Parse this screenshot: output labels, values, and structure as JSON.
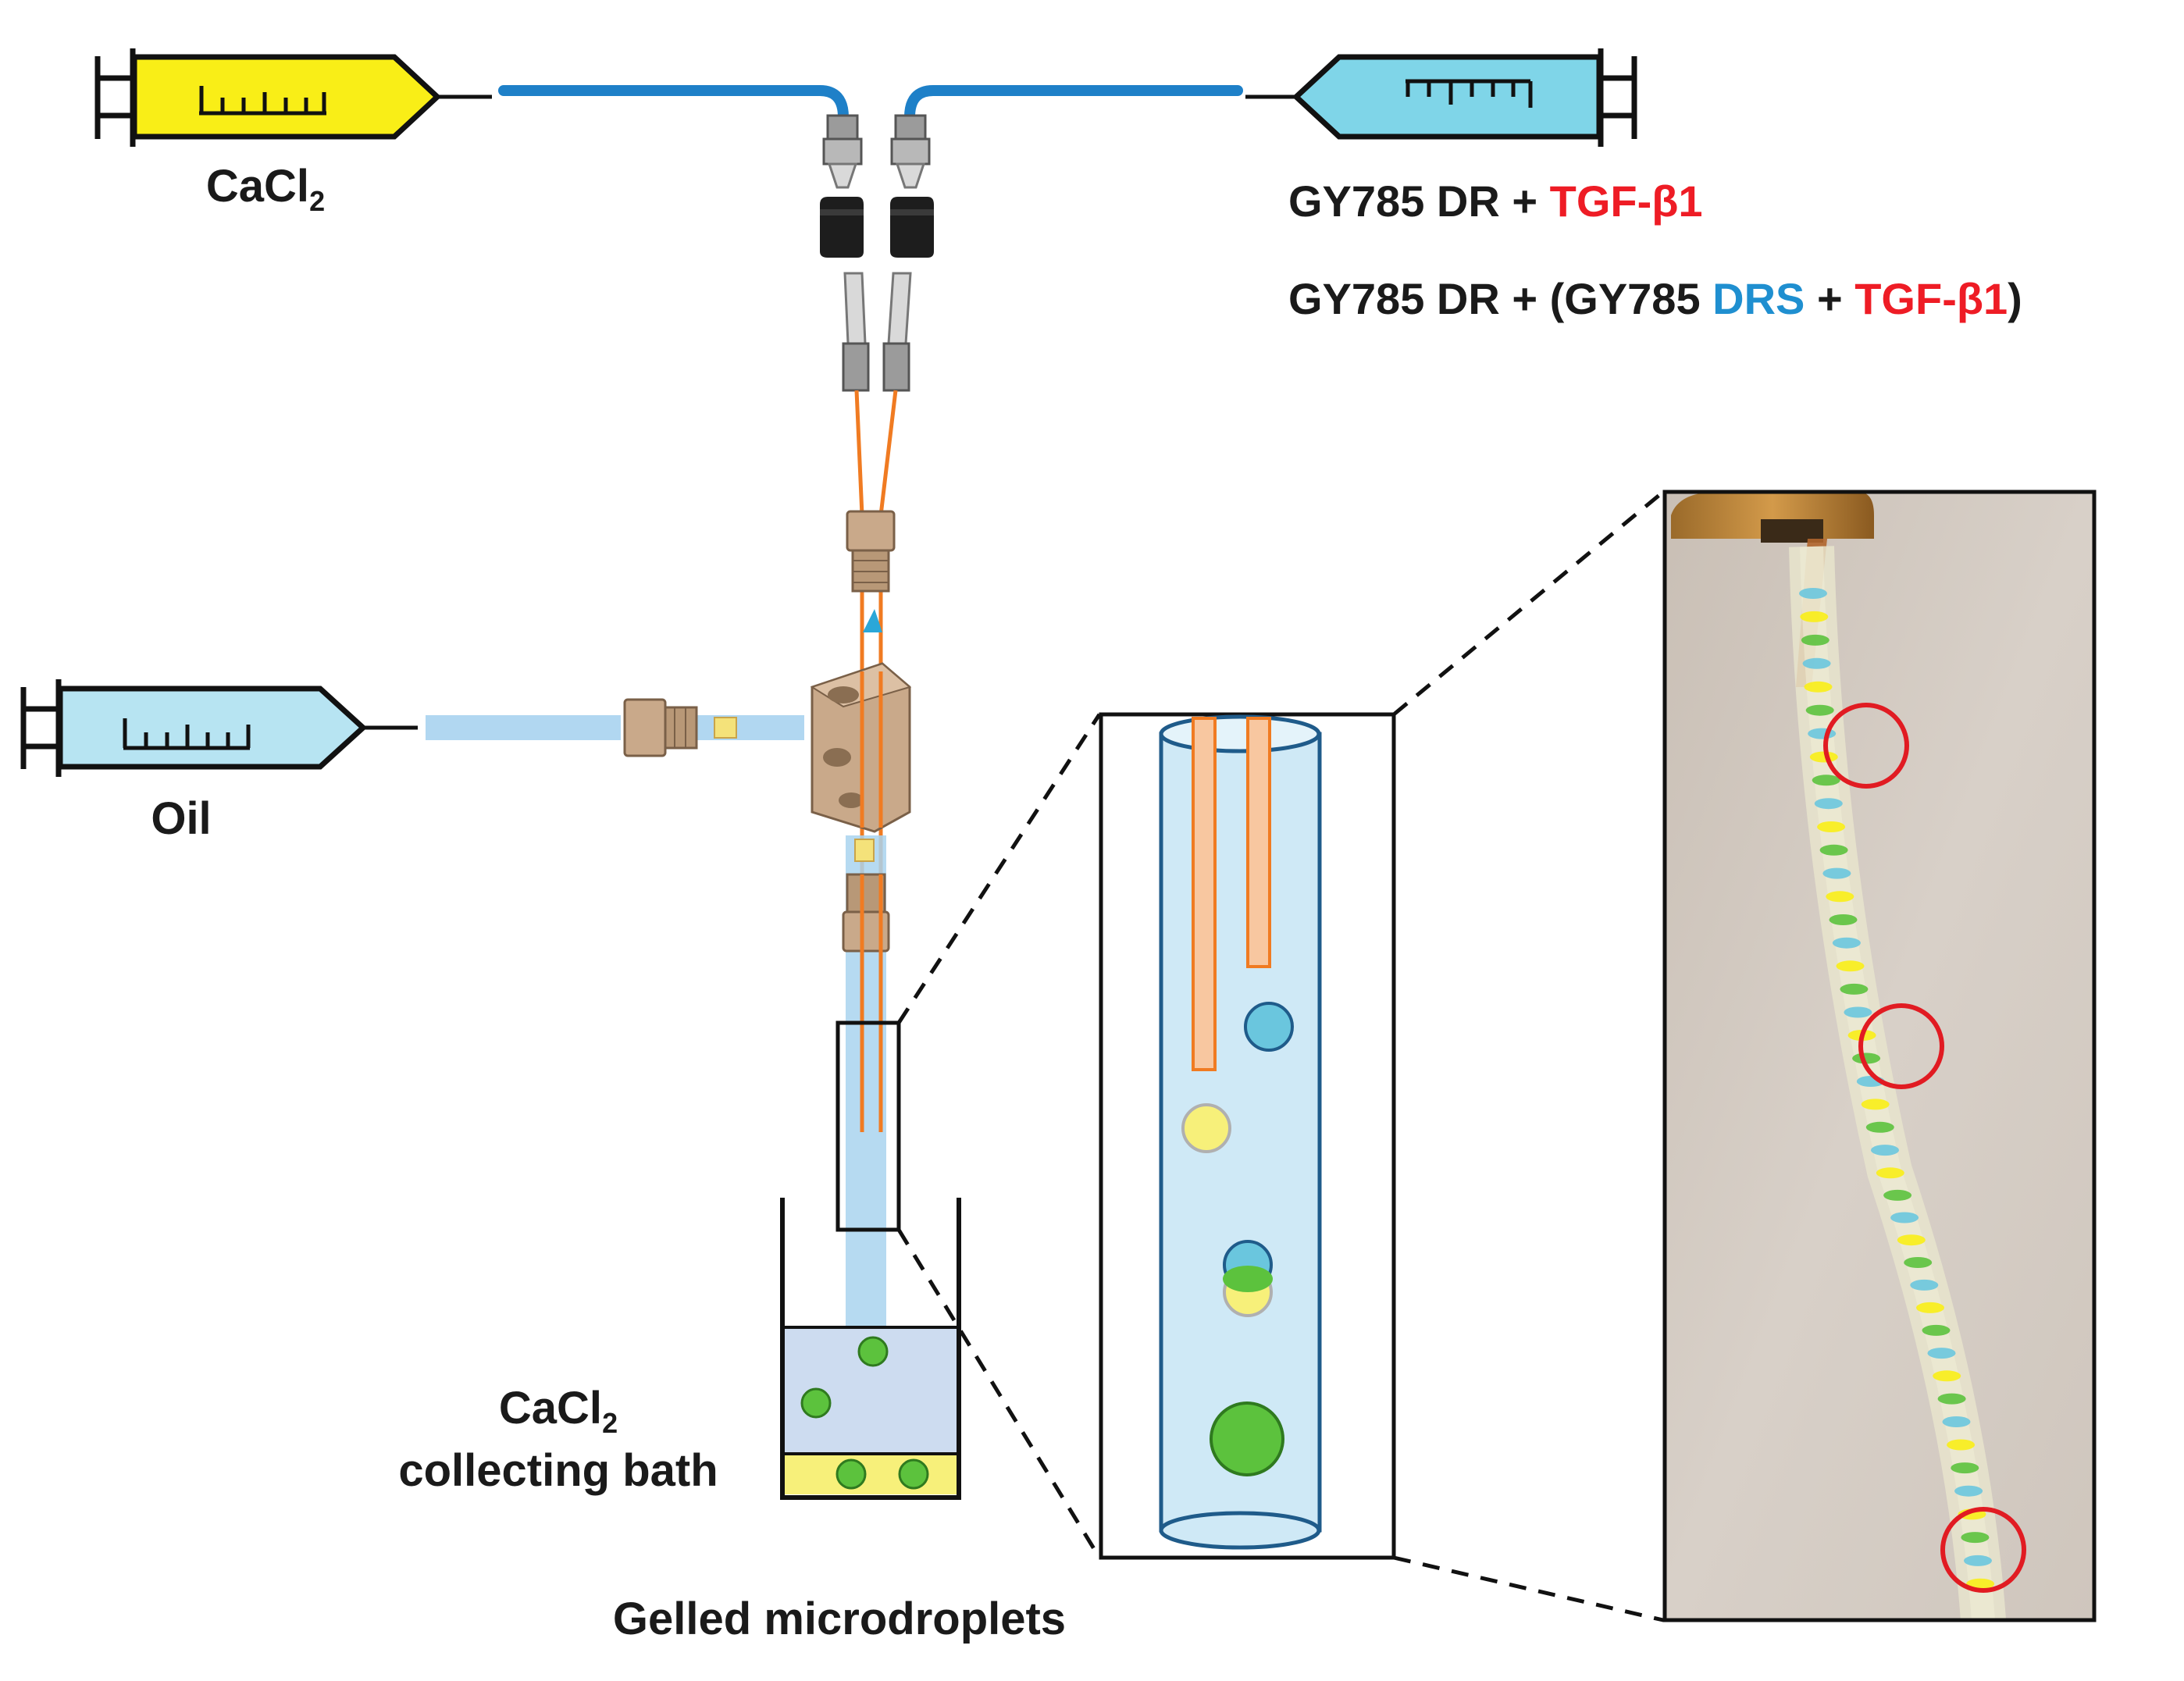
{
  "syringes": {
    "cacl2": {
      "label_main": "CaCl",
      "label_sub": "2"
    },
    "oil": {
      "label": "Oil"
    }
  },
  "formulations": {
    "line1": {
      "prefix": "GY785 DR + ",
      "growth_factor": "TGF-β1"
    },
    "line2": {
      "prefix": "GY785 DR + (GY785 ",
      "drs": "DRS",
      "plus": " + ",
      "growth_factor": "TGF-β1",
      "suffix": ")"
    }
  },
  "bath": {
    "label_line1_main": "CaCl",
    "label_line1_sub": "2",
    "label_line2": "collecting bath"
  },
  "output": {
    "label": "Gelled microdroplets"
  },
  "colors": {
    "yellow_fluid": "#f9ee17",
    "blue_fluid": "#7fd5e8",
    "oil_fluid": "#b7e4f2",
    "tubing_blue": "#1e80c8",
    "capillary_orange": "#f07b22",
    "connector_tan": "#c9a98a",
    "droplet_green": "#5cc23d",
    "droplet_blue": "#6ac6de",
    "droplet_yellow": "#f7f07a",
    "highlight_red": "#e11b22",
    "tgf_red": "#ee1c25",
    "drs_blue": "#1f8fd0"
  }
}
